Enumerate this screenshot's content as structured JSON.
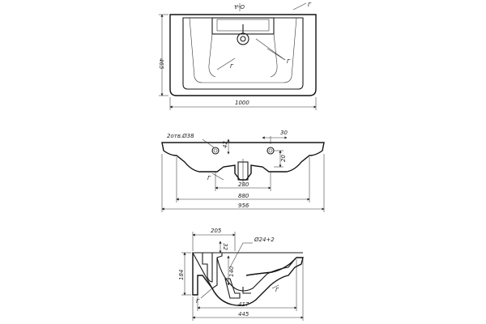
{
  "top_view": {
    "dim_width": "1000",
    "dim_height": "465",
    "label_section": "О-А",
    "label_g_top": "Г",
    "label_g_right": "Г",
    "label_g_inner": "Г"
  },
  "front_view": {
    "label_holes": "2отв.Ø38",
    "dim_30": "30",
    "dim_42": "42",
    "dim_20": "20",
    "dim_280": "280",
    "dim_880": "880",
    "dim_956": "956",
    "label_g": "Г"
  },
  "side_view": {
    "dim_205": "205",
    "dim_32": "32",
    "dim_drain": "Ø24+2",
    "dim_184": "184",
    "dim_140": "140",
    "dim_417": "417",
    "dim_445": "445",
    "label_g_left": "Г",
    "label_g_right": "Г"
  }
}
